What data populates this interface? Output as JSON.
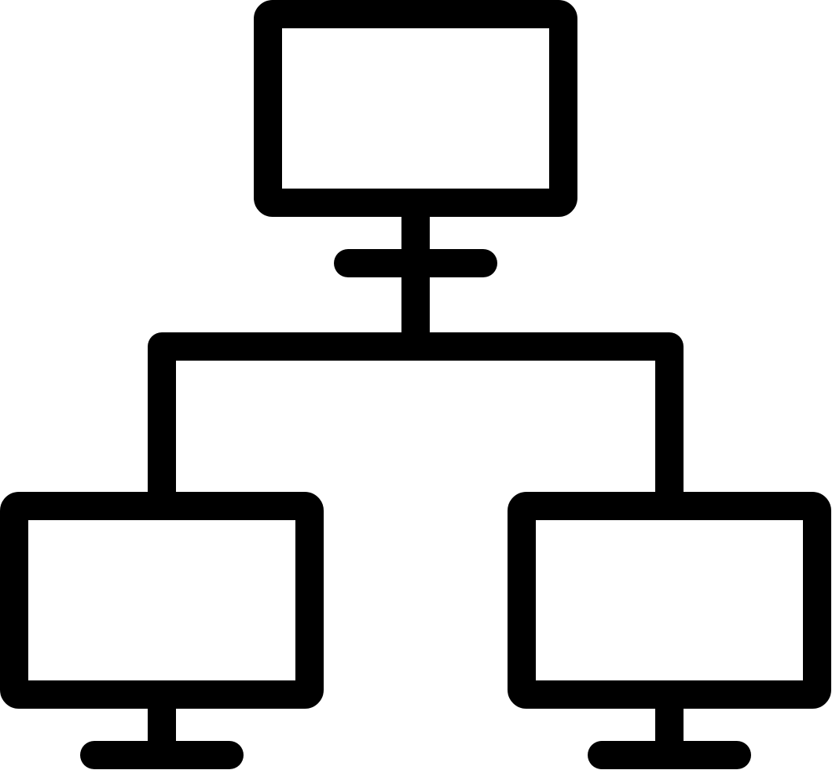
{
  "icon": {
    "name": "network-computers-icon",
    "stroke_color": "#000000",
    "background_color": "#ffffff",
    "style": "outline",
    "parts": [
      "top-monitor",
      "bottom-left-monitor",
      "bottom-right-monitor",
      "connector-lines"
    ]
  }
}
